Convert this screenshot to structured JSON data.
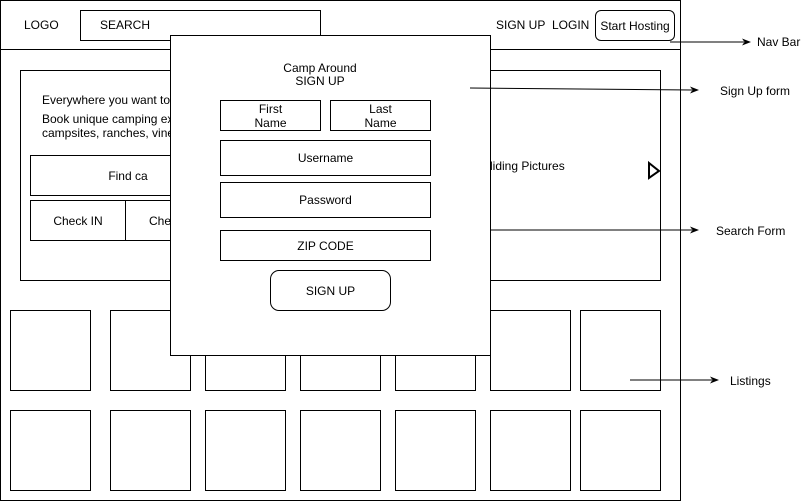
{
  "nav": {
    "logo": "LOGO",
    "search": "SEARCH",
    "signup": "SIGN UP",
    "login": "LOGIN",
    "hosting": "Start Hosting"
  },
  "hero": {
    "headline": "Everywhere you want to",
    "desc_line1": "Book unique camping ex",
    "desc_line2": "campsites, ranches, vine",
    "find_button": "Find ca",
    "checkin": "Check IN",
    "checkout": "Che",
    "sliding": "liding Pictures",
    "next_arrow": "play-arrow-icon"
  },
  "signup_form": {
    "title_line1": "Camp Around",
    "title_line2": "SIGN UP",
    "first_line1": "First",
    "first_line2": "Name",
    "last_line1": "Last",
    "last_line2": "Name",
    "username": "Username",
    "password": "Password",
    "zip": "ZIP CODE",
    "submit": "SIGN UP"
  },
  "annotations": {
    "nav_bar": "Nav  Bar",
    "signup_form": "Sign Up form",
    "search_form": "Search Form",
    "listings": "Listings"
  }
}
